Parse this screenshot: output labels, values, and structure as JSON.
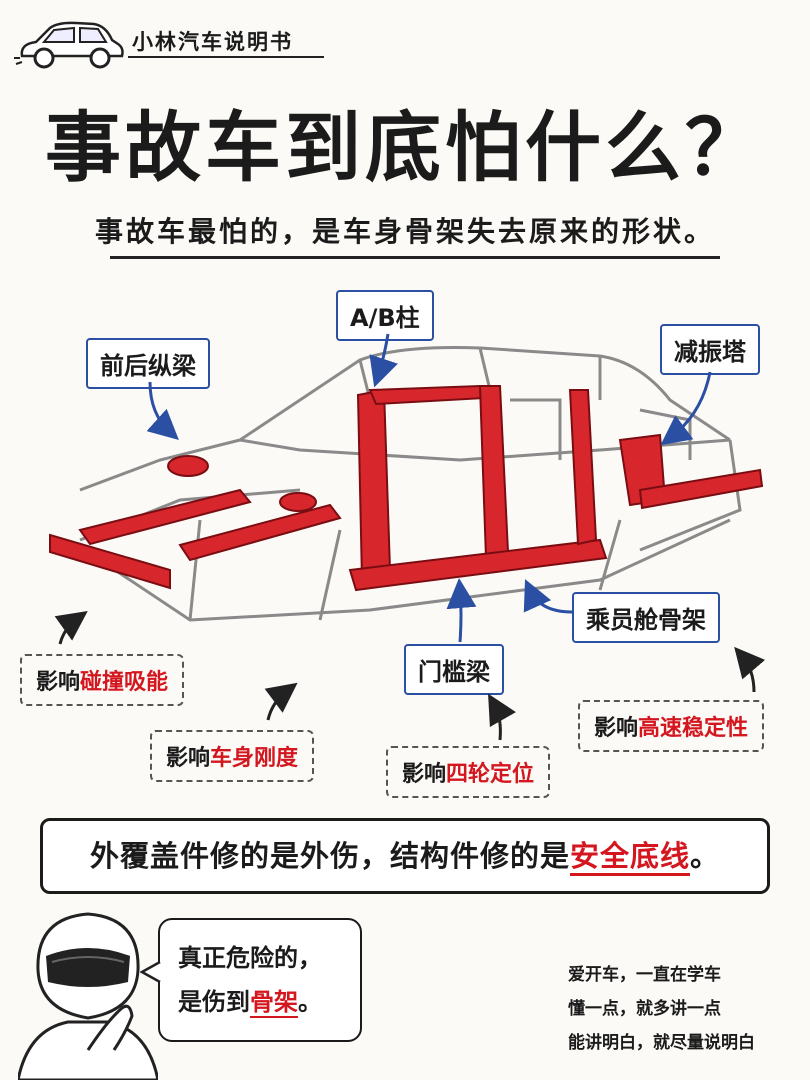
{
  "header": {
    "brand": "小林汽车说明书"
  },
  "title": "事故车到底怕什么？",
  "subtitle": "事故车最怕的，是车身骨架失去原来的形状。",
  "labels": {
    "ab_pillar": "A/B柱",
    "rails": "前后纵梁",
    "shock_tower": "减振塔",
    "cabin": "乘员舱骨架",
    "sill": "门槛梁"
  },
  "effects": {
    "crash": {
      "prefix": "影响",
      "key": "碰撞吸能"
    },
    "rigidity": {
      "prefix": "影响",
      "key": "车身刚度"
    },
    "alignment": {
      "prefix": "影响",
      "key": "四轮定位"
    },
    "stability": {
      "prefix": "影响",
      "key": "高速稳定性"
    }
  },
  "banner": {
    "text": "外覆盖件修的是外伤，结构件修的是",
    "highlight": "安全底线",
    "end": "。"
  },
  "bubble": {
    "line1": "真正危险的，",
    "line2_prefix": "是伤到",
    "line2_highlight": "骨架",
    "line2_end": "。"
  },
  "quote": {
    "line1": "爱开车，一直在学车",
    "line2": "懂一点，就多讲一点",
    "line3": "能讲明白，就尽量说明白"
  },
  "colors": {
    "accent_red": "#d4161f",
    "label_blue": "#2b4fa3",
    "ink": "#1b1b1b"
  },
  "icons": [
    "car-icon",
    "car-frame-illustration",
    "arrow-icon",
    "helmet-character"
  ]
}
